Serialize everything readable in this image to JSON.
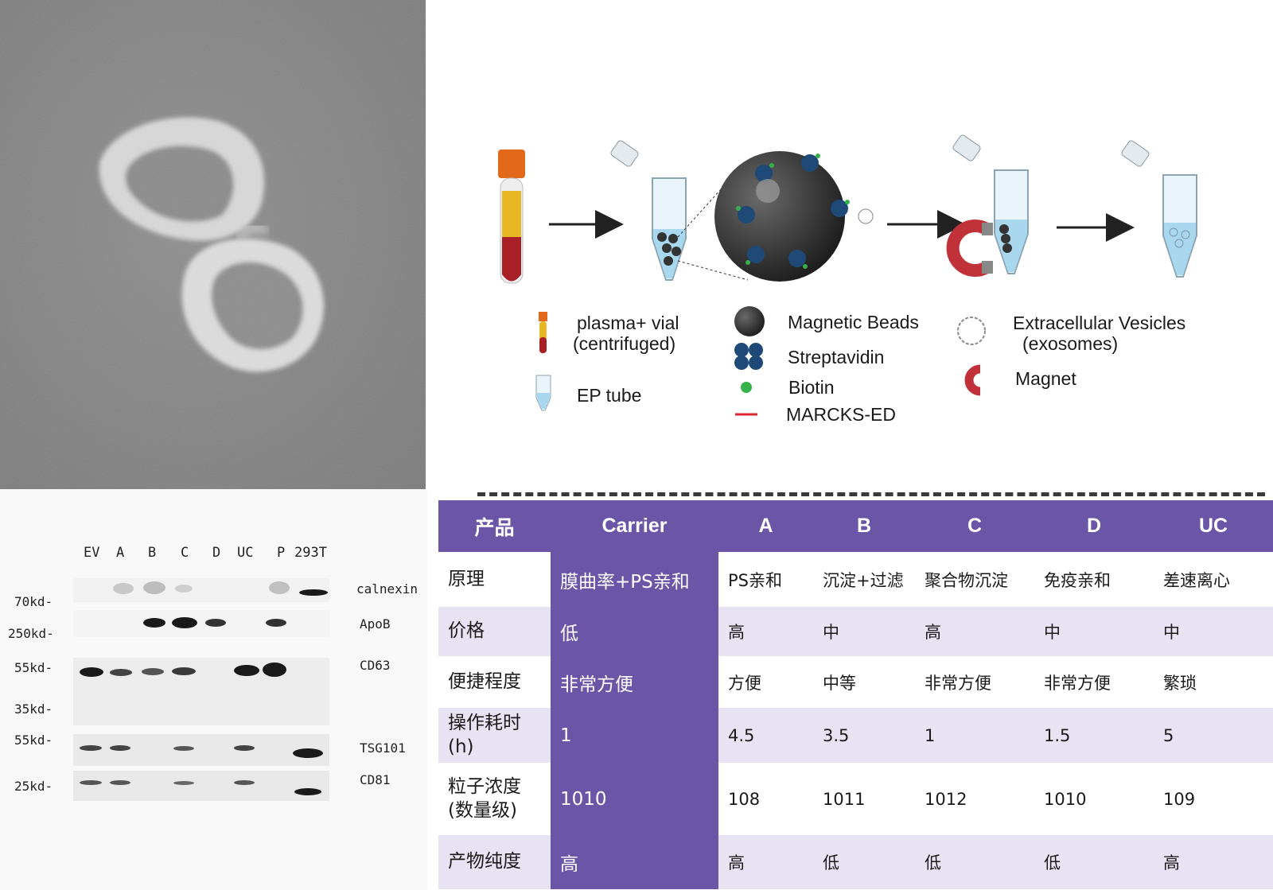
{
  "blot": {
    "lanes": [
      "EV",
      "A",
      "B",
      "C",
      "D",
      "UC",
      "P",
      "293T"
    ],
    "markers": [
      "70kd-",
      "250kd-",
      "55kd-",
      "35kd-",
      "55kd-",
      "25kd-"
    ],
    "proteins": [
      "calnexin",
      "ApoB",
      "CD63",
      "TSG101",
      "CD81"
    ]
  },
  "legend": {
    "plasma": "plasma+ vial",
    "plasma_sub": "(centrifuged)",
    "ep_tube": "EP tube",
    "beads": "Magnetic Beads",
    "streptavidin": "Streptavidin",
    "biotin": "Biotin",
    "marcks": "MARCKS-ED",
    "ev": "Extracellular Vesicles",
    "ev_sub": "(exosomes)",
    "magnet": "Magnet"
  },
  "table": {
    "headers": [
      "产品",
      "Carrier",
      "A",
      "B",
      "C",
      "D",
      "UC"
    ],
    "rows": [
      {
        "label": "原理",
        "cells": [
          "膜曲率+PS亲和",
          "PS亲和",
          "沉淀+过滤",
          "聚合物沉淀",
          "免疫亲和",
          "差速离心"
        ]
      },
      {
        "label": "价格",
        "cells": [
          "低",
          "高",
          "中",
          "高",
          "中",
          "中"
        ]
      },
      {
        "label": "便捷程度",
        "cells": [
          "非常方便",
          "方便",
          "中等",
          "非常方便",
          "非常方便",
          "繁琐"
        ]
      },
      {
        "label": "操作耗时",
        "label2": "(h)",
        "cells": [
          "1",
          "4.5",
          "3.5",
          "1",
          "1.5",
          "5"
        ]
      },
      {
        "label": "粒子浓度",
        "label2": "(数量级)",
        "cells": [
          "1010",
          "108",
          "1011",
          "1012",
          "1010",
          "109"
        ]
      },
      {
        "label": "产物纯度",
        "cells": [
          "高",
          "高",
          "低",
          "低",
          "低",
          "高"
        ]
      }
    ]
  },
  "colors": {
    "header_purple": "#6b55a7",
    "row_lavender": "#e8e3f2"
  }
}
